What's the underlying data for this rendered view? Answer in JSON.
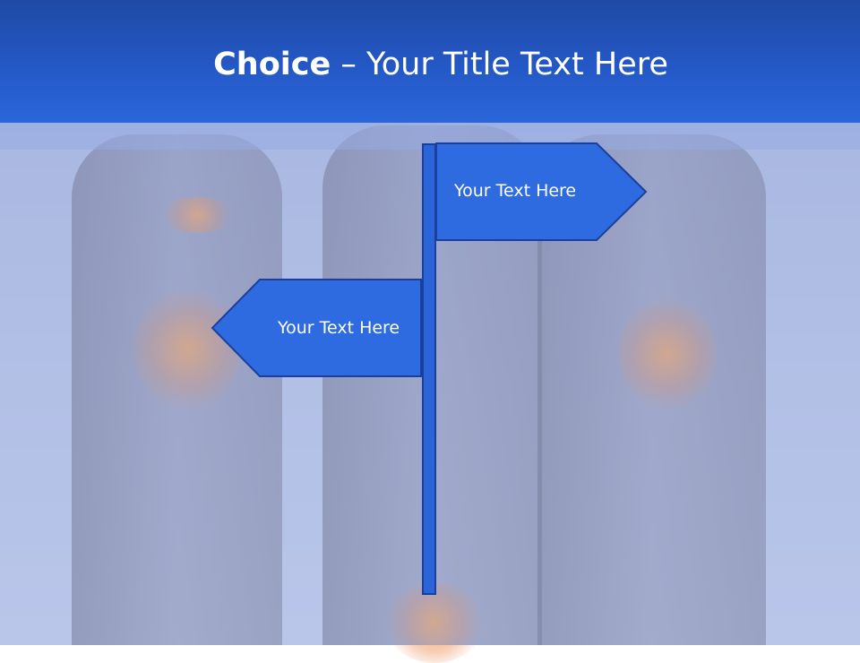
{
  "title": {
    "bold": "Choice",
    "rest": " – Your Title Text Here"
  },
  "signs": [
    {
      "label": "Your Text Here",
      "direction": "right"
    },
    {
      "label": "Your Text Here",
      "direction": "left"
    }
  ],
  "colors": {
    "header": "#2458c6",
    "sign_fill": "#2e6ae0",
    "sign_border": "#1a3f9c",
    "text": "#ffffff"
  }
}
